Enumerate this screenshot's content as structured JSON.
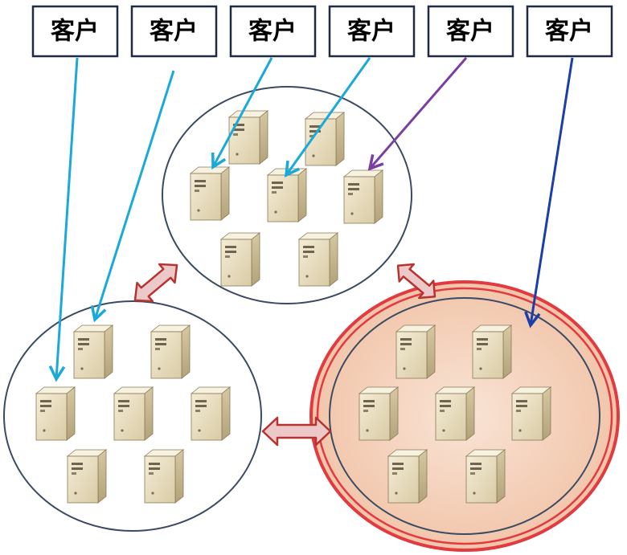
{
  "clients": [
    {
      "label": "客户"
    },
    {
      "label": "客户"
    },
    {
      "label": "客户"
    },
    {
      "label": "客户"
    },
    {
      "label": "客户"
    },
    {
      "label": "客户"
    }
  ],
  "colors": {
    "arrow_light_blue": "#1aa9d8",
    "arrow_purple": "#7a3fa0",
    "arrow_dark_blue": "#1b3fa8",
    "cluster_outline": "#3b4a63",
    "highlight_ring": "#e23a3f",
    "highlight_fill": "#f6d2bd",
    "link_arrow_fill": "#ecc8c8",
    "link_arrow_stroke": "#b8332f",
    "server_face": "#ece2c6",
    "server_side": "#c8b891",
    "server_top": "#f7f1df"
  },
  "clusters": [
    {
      "name": "top-cluster",
      "servers": 7,
      "highlighted": false
    },
    {
      "name": "left-cluster",
      "servers": 7,
      "highlighted": false
    },
    {
      "name": "right-cluster",
      "servers": 7,
      "highlighted": true
    }
  ],
  "links": [
    {
      "from": "left-cluster",
      "to": "top-cluster"
    },
    {
      "from": "top-cluster",
      "to": "right-cluster"
    },
    {
      "from": "left-cluster",
      "to": "right-cluster"
    }
  ],
  "client_routes": [
    {
      "client": 1,
      "to": "left-cluster",
      "color": "arrow_light_blue"
    },
    {
      "client": 2,
      "to": "left-cluster",
      "color": "arrow_light_blue"
    },
    {
      "client": 3,
      "to": "top-cluster",
      "color": "arrow_light_blue"
    },
    {
      "client": 4,
      "to": "top-cluster",
      "color": "arrow_light_blue"
    },
    {
      "client": 5,
      "to": "top-cluster",
      "color": "arrow_purple"
    },
    {
      "client": 6,
      "to": "right-cluster",
      "color": "arrow_dark_blue"
    }
  ]
}
